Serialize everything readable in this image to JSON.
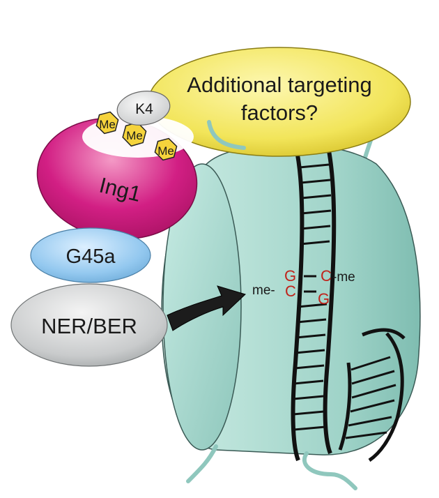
{
  "labels": {
    "additional_line1": "Additional targeting",
    "additional_line2": "factors?",
    "k4": "K4",
    "me": "Me",
    "ing1": "Ing1",
    "g45a": "G45a",
    "ner_ber": "NER/BER"
  },
  "dna_pairs": {
    "top_left_base": "G",
    "top_right_base": "C",
    "top_right_mod": "-me",
    "bottom_left_mod": "me-",
    "bottom_left_base": "C",
    "bottom_right_base": "G"
  },
  "colors": {
    "additional_ellipse": "#f2e55a",
    "k4_ellipse": "#d9d9d9",
    "me_hexagon": "#f5d33c",
    "ing1_ellipse": "#cc1a7c",
    "g45a_ellipse": "#8cc2ea",
    "ner_ber_ellipse": "#b9bcbd",
    "nucleosome": "#a6d5cc",
    "tail": "#8fc7bd",
    "base_letters": "#c0231b"
  }
}
